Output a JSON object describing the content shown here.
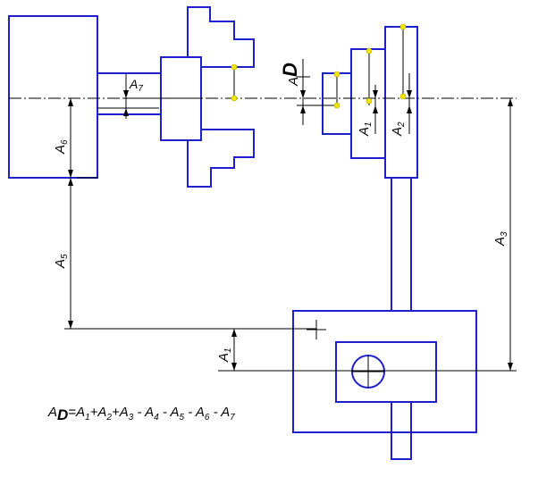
{
  "labels": {
    "a1": {
      "main": "A",
      "sub": "1"
    },
    "a1_lower": {
      "main": "A",
      "sub": "1"
    },
    "a2": {
      "main": "A",
      "sub": "2"
    },
    "a3": {
      "main": "A",
      "sub": "3"
    },
    "a5": {
      "main": "A",
      "sub": "5"
    },
    "a6": {
      "main": "A",
      "sub": "6"
    },
    "a7": {
      "main": "A",
      "sub": "7"
    },
    "ad": {
      "main": "A",
      "sub": "D"
    }
  },
  "formula": {
    "lhs_main": "A",
    "lhs_sub": "D",
    "eq": "=",
    "terms": [
      {
        "op": "",
        "main": "A",
        "sub": "1"
      },
      {
        "op": "+",
        "main": "A",
        "sub": "2"
      },
      {
        "op": "+",
        "main": "A",
        "sub": "3"
      },
      {
        "op": " - ",
        "main": "A",
        "sub": "4"
      },
      {
        "op": " - ",
        "main": "A",
        "sub": "5"
      },
      {
        "op": " - ",
        "main": "A",
        "sub": "6"
      },
      {
        "op": " - ",
        "main": "A",
        "sub": "7"
      }
    ]
  },
  "colors": {
    "part_outline": "#1f1fcc",
    "dimension_line": "#000000",
    "point_marker": "#f2e600"
  }
}
